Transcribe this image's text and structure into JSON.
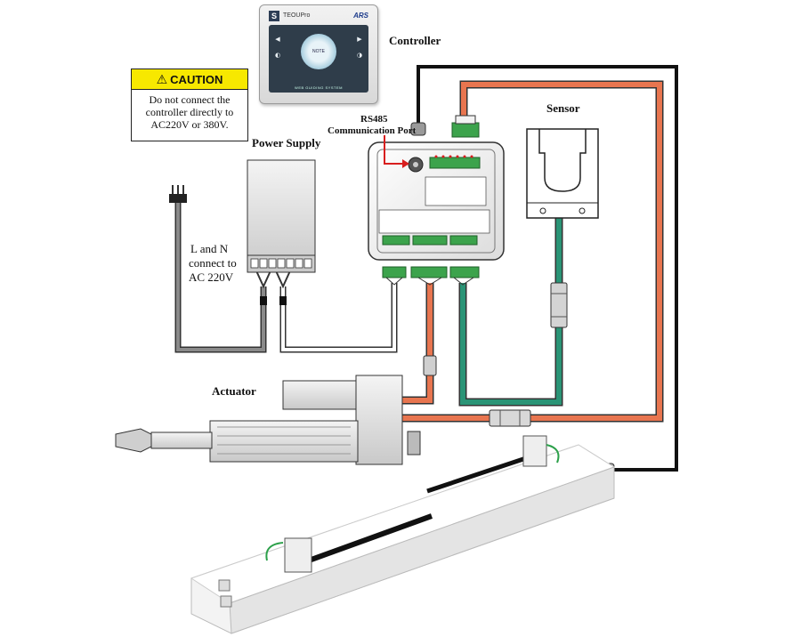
{
  "labels": {
    "controller": "Controller",
    "power_supply": "Power Supply",
    "sensor": "Sensor",
    "actuator": "Actuator",
    "rs485_line1": "RS485",
    "rs485_line2": "Communication Port",
    "l_and_n_line1": "L and N",
    "l_and_n_line2": "connect to",
    "l_and_n_line3": "AC 220V"
  },
  "caution": {
    "title": "CAUTION",
    "text": "Do not connect the controller directly to AC220V or 380V."
  },
  "controller_device": {
    "logo": "S",
    "model": "TEOUPro",
    "brand": "ARS",
    "dial_text": "NOTE",
    "footer": "WEB GUIDING SYSTEM"
  },
  "colors": {
    "cable_orange": "#e8754f",
    "cable_green": "#2a9476",
    "cable_black": "#111111",
    "cable_gray": "#8a8a8a",
    "connector_green": "#3ca34c",
    "caution_yellow": "#f7e800",
    "arrow_red": "#d81e1e"
  }
}
